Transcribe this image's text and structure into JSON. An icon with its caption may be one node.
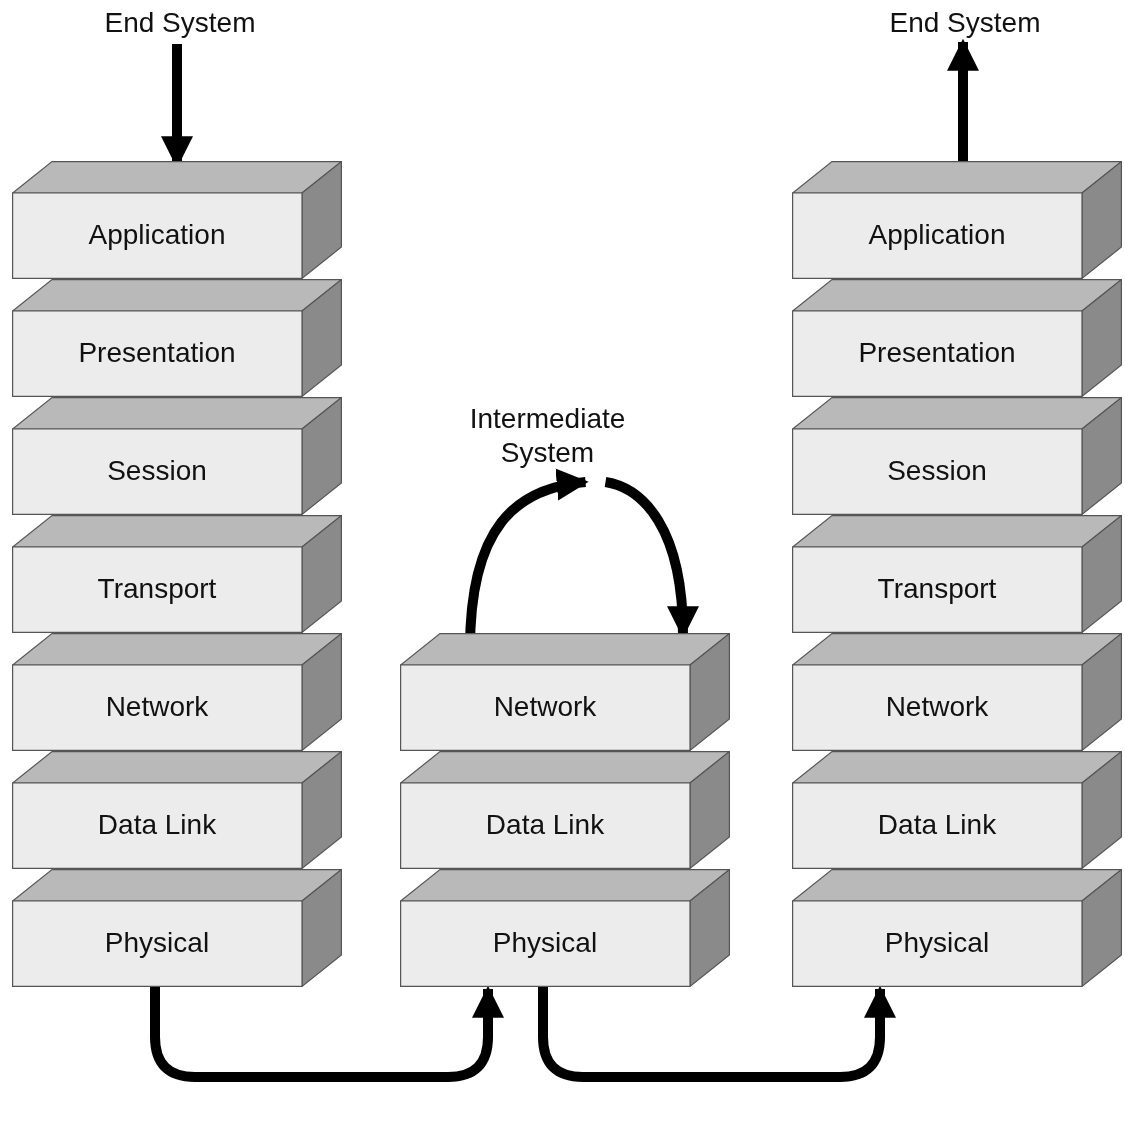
{
  "diagram": {
    "nodes": [
      {
        "text": [
          "End System"
        ]
      },
      {
        "text": [
          "End System"
        ]
      },
      {
        "text": [
          "Application"
        ]
      },
      {
        "text": [
          "Presentation"
        ]
      },
      {
        "text": [
          "Session"
        ]
      },
      {
        "text": [
          "Transport"
        ]
      },
      {
        "text": [
          "Network"
        ]
      },
      {
        "text": [
          "Data Link"
        ]
      },
      {
        "text": [
          "Physical"
        ]
      },
      {
        "text": [
          "Intermediate System"
        ]
      },
      {
        "text": [
          "Network"
        ]
      },
      {
        "text": [
          "Data Link"
        ]
      },
      {
        "text": [
          "Physical"
        ]
      },
      {
        "text": [
          "Application"
        ]
      },
      {
        "text": [
          "Presentation"
        ]
      },
      {
        "text": [
          "Session"
        ]
      },
      {
        "text": [
          "Transport"
        ]
      },
      {
        "text": [
          "Network"
        ]
      },
      {
        "text": [
          "Data Link"
        ]
      },
      {
        "text": [
          "Physical"
        ]
      }
    ],
    "edges": [
      {
        "from": 0,
        "to": 2,
        "arrow": "to"
      },
      {
        "from": 8,
        "to": 12,
        "arrow": "to"
      },
      {
        "from": 10,
        "to": 9,
        "arrow": "to"
      },
      {
        "from": 9,
        "to": 10,
        "arrow": "to"
      },
      {
        "from": 12,
        "to": 19,
        "arrow": "to"
      },
      {
        "from": 13,
        "to": 1,
        "arrow": "to"
      }
    ]
  }
}
